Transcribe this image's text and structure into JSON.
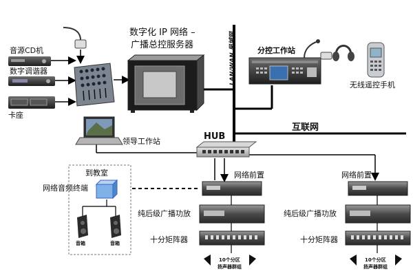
{
  "labels": {
    "server_title_line1": "数字化 IP 网络 –",
    "server_title_line2": "广播总控服务器",
    "audio_cd": "音源CD机",
    "tuner": "数字调谐器",
    "cassette": "卡座",
    "lan_wan": "LAN/WAN 局域网",
    "sub_station": "分控工作站",
    "remote_phone": "无线遥控手机",
    "internet": "互联网",
    "hub": "HUB",
    "leader_station": "领导工作站",
    "to_classroom": "到教室",
    "net_audio_terminal": "网络音频终端",
    "speaker_left": "音箱",
    "speaker_right": "音箱",
    "net_front_1": "网络前置",
    "net_front_2": "网络前置",
    "amp_1": "纯后级广播功放",
    "amp_2": "纯后级广播功放",
    "matrix_1": "十分矩阵器",
    "matrix_2": "十分矩阵器",
    "zone_1_line1": "10个分区",
    "zone_1_line2": "扬声器群组",
    "zone_2_line1": "10个分区",
    "zone_2_line2": "扬声器群组"
  },
  "icons": [
    "microphone-icon",
    "mixer-icon",
    "cd-player-icon",
    "tuner-icon",
    "cassette-icon",
    "server-icon",
    "sub-station-icon",
    "headphones-icon",
    "mobile-phone-icon",
    "laptop-icon",
    "hub-icon",
    "audio-terminal-icon",
    "speaker-icon",
    "rack-unit-icon",
    "horn-speaker-icon"
  ]
}
